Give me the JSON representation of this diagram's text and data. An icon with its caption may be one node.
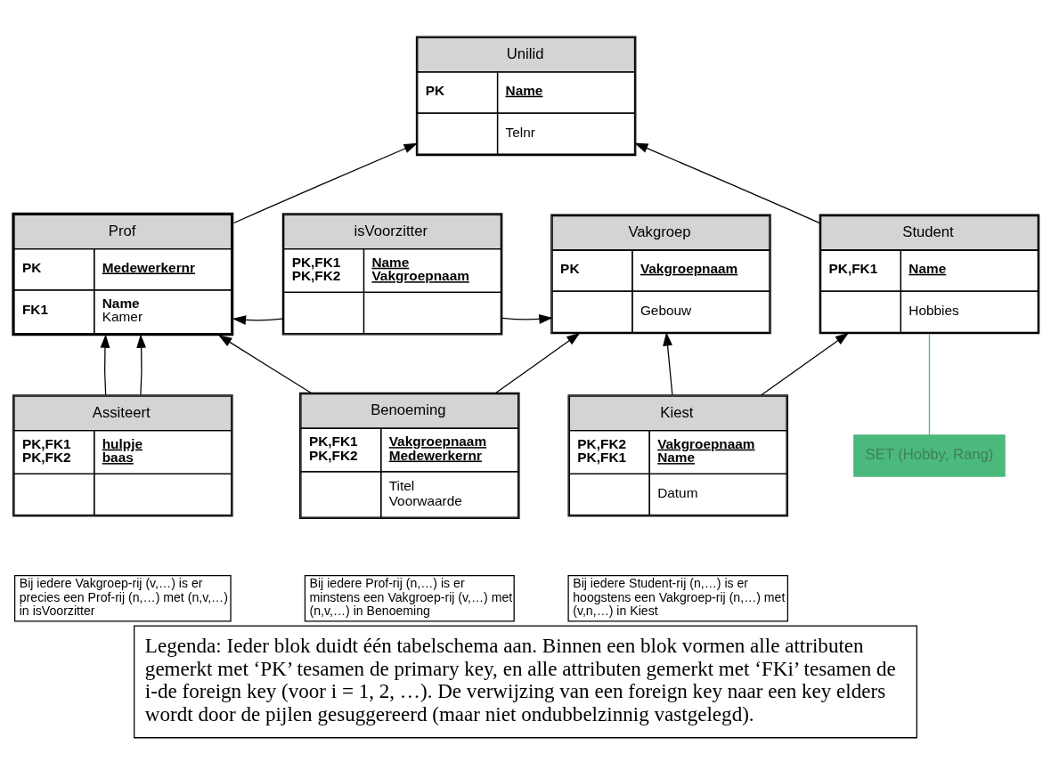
{
  "diagram": {
    "caption": "Legenda: Ieder blok duidt één tabelschema aan. Binnen een blok vormen alle attributen gemerkt met ‘PK’ tesamen de primary key, en alle attributen gemerkt met ‘FKi’ tesamen de i-de foreign key (voor i = 1, 2, …). De verwijzing van een foreign key naar een key elders wordt door de pijlen gesuggereerd (maar niet ondubbelzinnig vastgelegd).",
    "nodes": [
      {
        "text": [
          "Unilid",
          "PK",
          "Name",
          "Telnr"
        ]
      },
      {
        "text": [
          "Prof",
          "PK",
          "Medewerkernr",
          "FK1",
          "Name",
          "Kamer"
        ]
      },
      {
        "text": [
          "isVoorzitter",
          "PK,FK1",
          "PK,FK2",
          "Name",
          "Vakgroepnaam"
        ]
      },
      {
        "text": [
          "Vakgroep",
          "PK",
          "Vakgroepnaam",
          "Gebouw"
        ]
      },
      {
        "text": [
          "Student",
          "PK,FK1",
          "Name",
          "Hobbies"
        ]
      },
      {
        "text": [
          "SET (Hobby, Rang)"
        ]
      },
      {
        "text": [
          "Assiteert",
          "PK,FK1",
          "PK,FK2",
          "hulpje",
          "baas"
        ]
      },
      {
        "text": [
          "Benoeming",
          "PK,FK1",
          "PK,FK2",
          "Vakgroepnaam",
          "Medewerkernr",
          "Titel",
          "Voorwaarde"
        ]
      },
      {
        "text": [
          "Kiest",
          "PK,FK2",
          "PK,FK1",
          "Vakgroepnaam",
          "Name",
          "Datum"
        ]
      },
      {
        "text": [
          "Bij iedere Vakgroep-rij (v,…) is er precies een Prof-rij (n,…) met (n,v,…) in isVoorzitter"
        ]
      },
      {
        "text": [
          "Bij iedere Prof-rij (n,…) is er minstens een Vakgroep-rij (v,…) met (n,v,…) in Benoeming"
        ]
      },
      {
        "text": [
          "Bij iedere Student-rij (n,…) is er hoogstens een Vakgroep-rij (n,…) met (v,n,…) in Kiest"
        ]
      }
    ],
    "edges": [
      {
        "from": 1,
        "to": 0,
        "arrow": "to"
      },
      {
        "from": 4,
        "to": 0,
        "arrow": "to"
      },
      {
        "from": 2,
        "to": 1,
        "arrow": "to"
      },
      {
        "from": 2,
        "to": 3,
        "arrow": "to"
      },
      {
        "from": 5,
        "to": 4,
        "arrow": "none",
        "color": "#4cb97c"
      },
      {
        "from": 6,
        "to": 1,
        "arrow": "to"
      },
      {
        "from": 6,
        "to": 1,
        "arrow": "to"
      },
      {
        "from": 7,
        "to": 1,
        "arrow": "to"
      },
      {
        "from": 7,
        "to": 3,
        "arrow": "to"
      },
      {
        "from": 8,
        "to": 3,
        "arrow": "to"
      },
      {
        "from": 8,
        "to": 4,
        "arrow": "to"
      }
    ]
  }
}
